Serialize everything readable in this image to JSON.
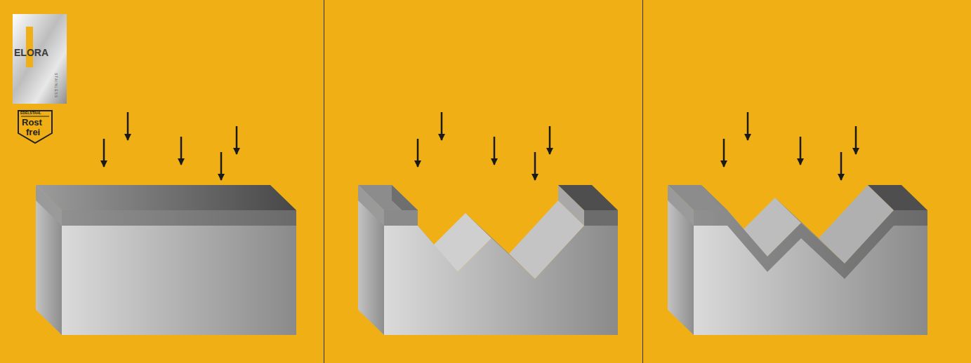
{
  "diagram": {
    "labels": [
      "ELORA",
      "STAINLESS",
      "EDELSTAHL",
      "Rost",
      "frei"
    ]
  }
}
